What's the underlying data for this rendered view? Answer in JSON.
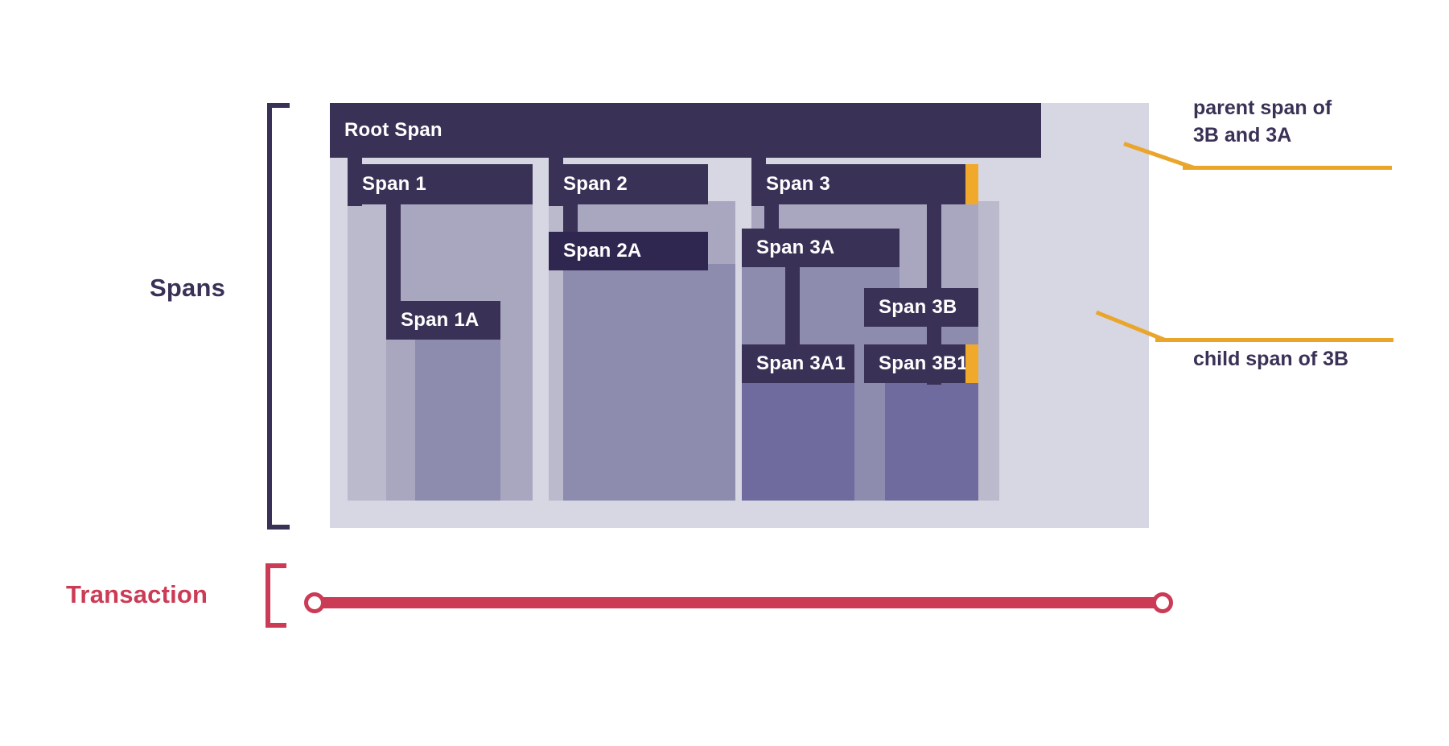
{
  "diagram": {
    "title_left_labels": {
      "spans": "Spans",
      "transaction": "Transaction"
    },
    "colors": {
      "bar_dark": "#3a3156",
      "bar_deep": "#2f2750",
      "backdrop": "#d7d6e3",
      "column_l1": "#bbb9cc",
      "column_l2": "#a9a7c0",
      "column_l3": "#8d8bae",
      "column_l4": "#6f6b9e",
      "marker_orange": "#f0a92a",
      "leader_orange": "#e9a62b",
      "transaction_red": "#cc3b55",
      "text_dark": "#3a3156"
    },
    "spans": [
      {
        "id": "root",
        "label": "Root Span",
        "depth": 0
      },
      {
        "id": "s1",
        "label": "Span 1",
        "depth": 1,
        "parent": "root"
      },
      {
        "id": "s1a",
        "label": "Span 1A",
        "depth": 2,
        "parent": "s1"
      },
      {
        "id": "s2",
        "label": "Span 2",
        "depth": 1,
        "parent": "root"
      },
      {
        "id": "s2a",
        "label": "Span 2A",
        "depth": 2,
        "parent": "s2"
      },
      {
        "id": "s3",
        "label": "Span 3",
        "depth": 1,
        "parent": "root"
      },
      {
        "id": "s3a",
        "label": "Span 3A",
        "depth": 2,
        "parent": "s3"
      },
      {
        "id": "s3a1",
        "label": "Span 3A1",
        "depth": 3,
        "parent": "s3a"
      },
      {
        "id": "s3b",
        "label": "Span 3B",
        "depth": 2,
        "parent": "s3"
      },
      {
        "id": "s3b1",
        "label": "Span 3B1",
        "depth": 3,
        "parent": "s3b"
      }
    ],
    "callouts": [
      {
        "id": "parent-callout",
        "text": "parent span of\n3B and 3A",
        "points_to": "Span 3"
      },
      {
        "id": "child-callout",
        "text": "child span of 3B",
        "points_to": "Span 3B1"
      }
    ],
    "transaction": {
      "label": "Transaction",
      "has_start_marker": true,
      "has_end_marker": true
    }
  }
}
